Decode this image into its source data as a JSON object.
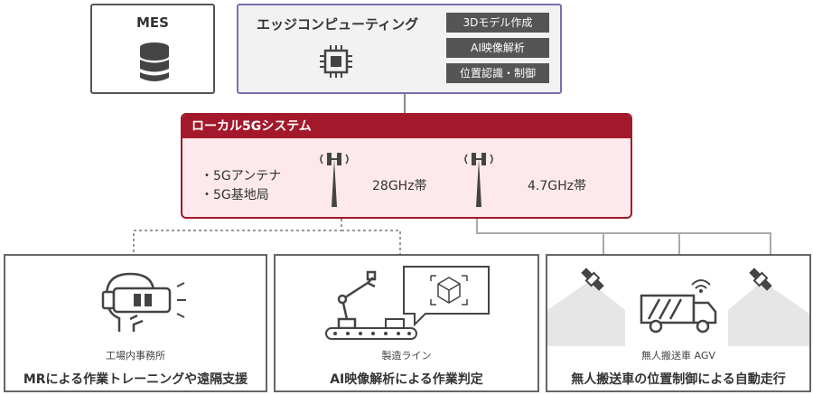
{
  "mes": {
    "title": "MES",
    "icon": "database-icon"
  },
  "edge": {
    "title": "エッジコンピューティング",
    "icon": "cpu-chip-icon",
    "functions": [
      "3Dモデル作成",
      "AI映像解析",
      "位置認識・制御"
    ]
  },
  "local5g": {
    "header": "ローカル5Gシステム",
    "bullets": [
      "・5Gアンテナ",
      "・5G基地局"
    ],
    "frequencies": [
      "28GHz帯",
      "4.7GHz帯"
    ]
  },
  "use_cases": [
    {
      "location": "工場内事務所",
      "title": "MRによる作業トレーニングや遠隔支援",
      "icon": "vr-headset-icon"
    },
    {
      "location": "製造ライン",
      "title": "AI映像解析による作業判定",
      "icon": "robot-arm-icon"
    },
    {
      "location": "無人搬送車 AGV",
      "title": "無人搬送車の位置制御による自動走行",
      "icon": "agv-truck-icon"
    }
  ],
  "colors": {
    "local5g_accent": "#a3192b",
    "local5g_fill": "#fde9eb",
    "edge_border": "#7b6fb0",
    "edge_fill": "#f2f2f2",
    "tag_fill": "#555555"
  }
}
